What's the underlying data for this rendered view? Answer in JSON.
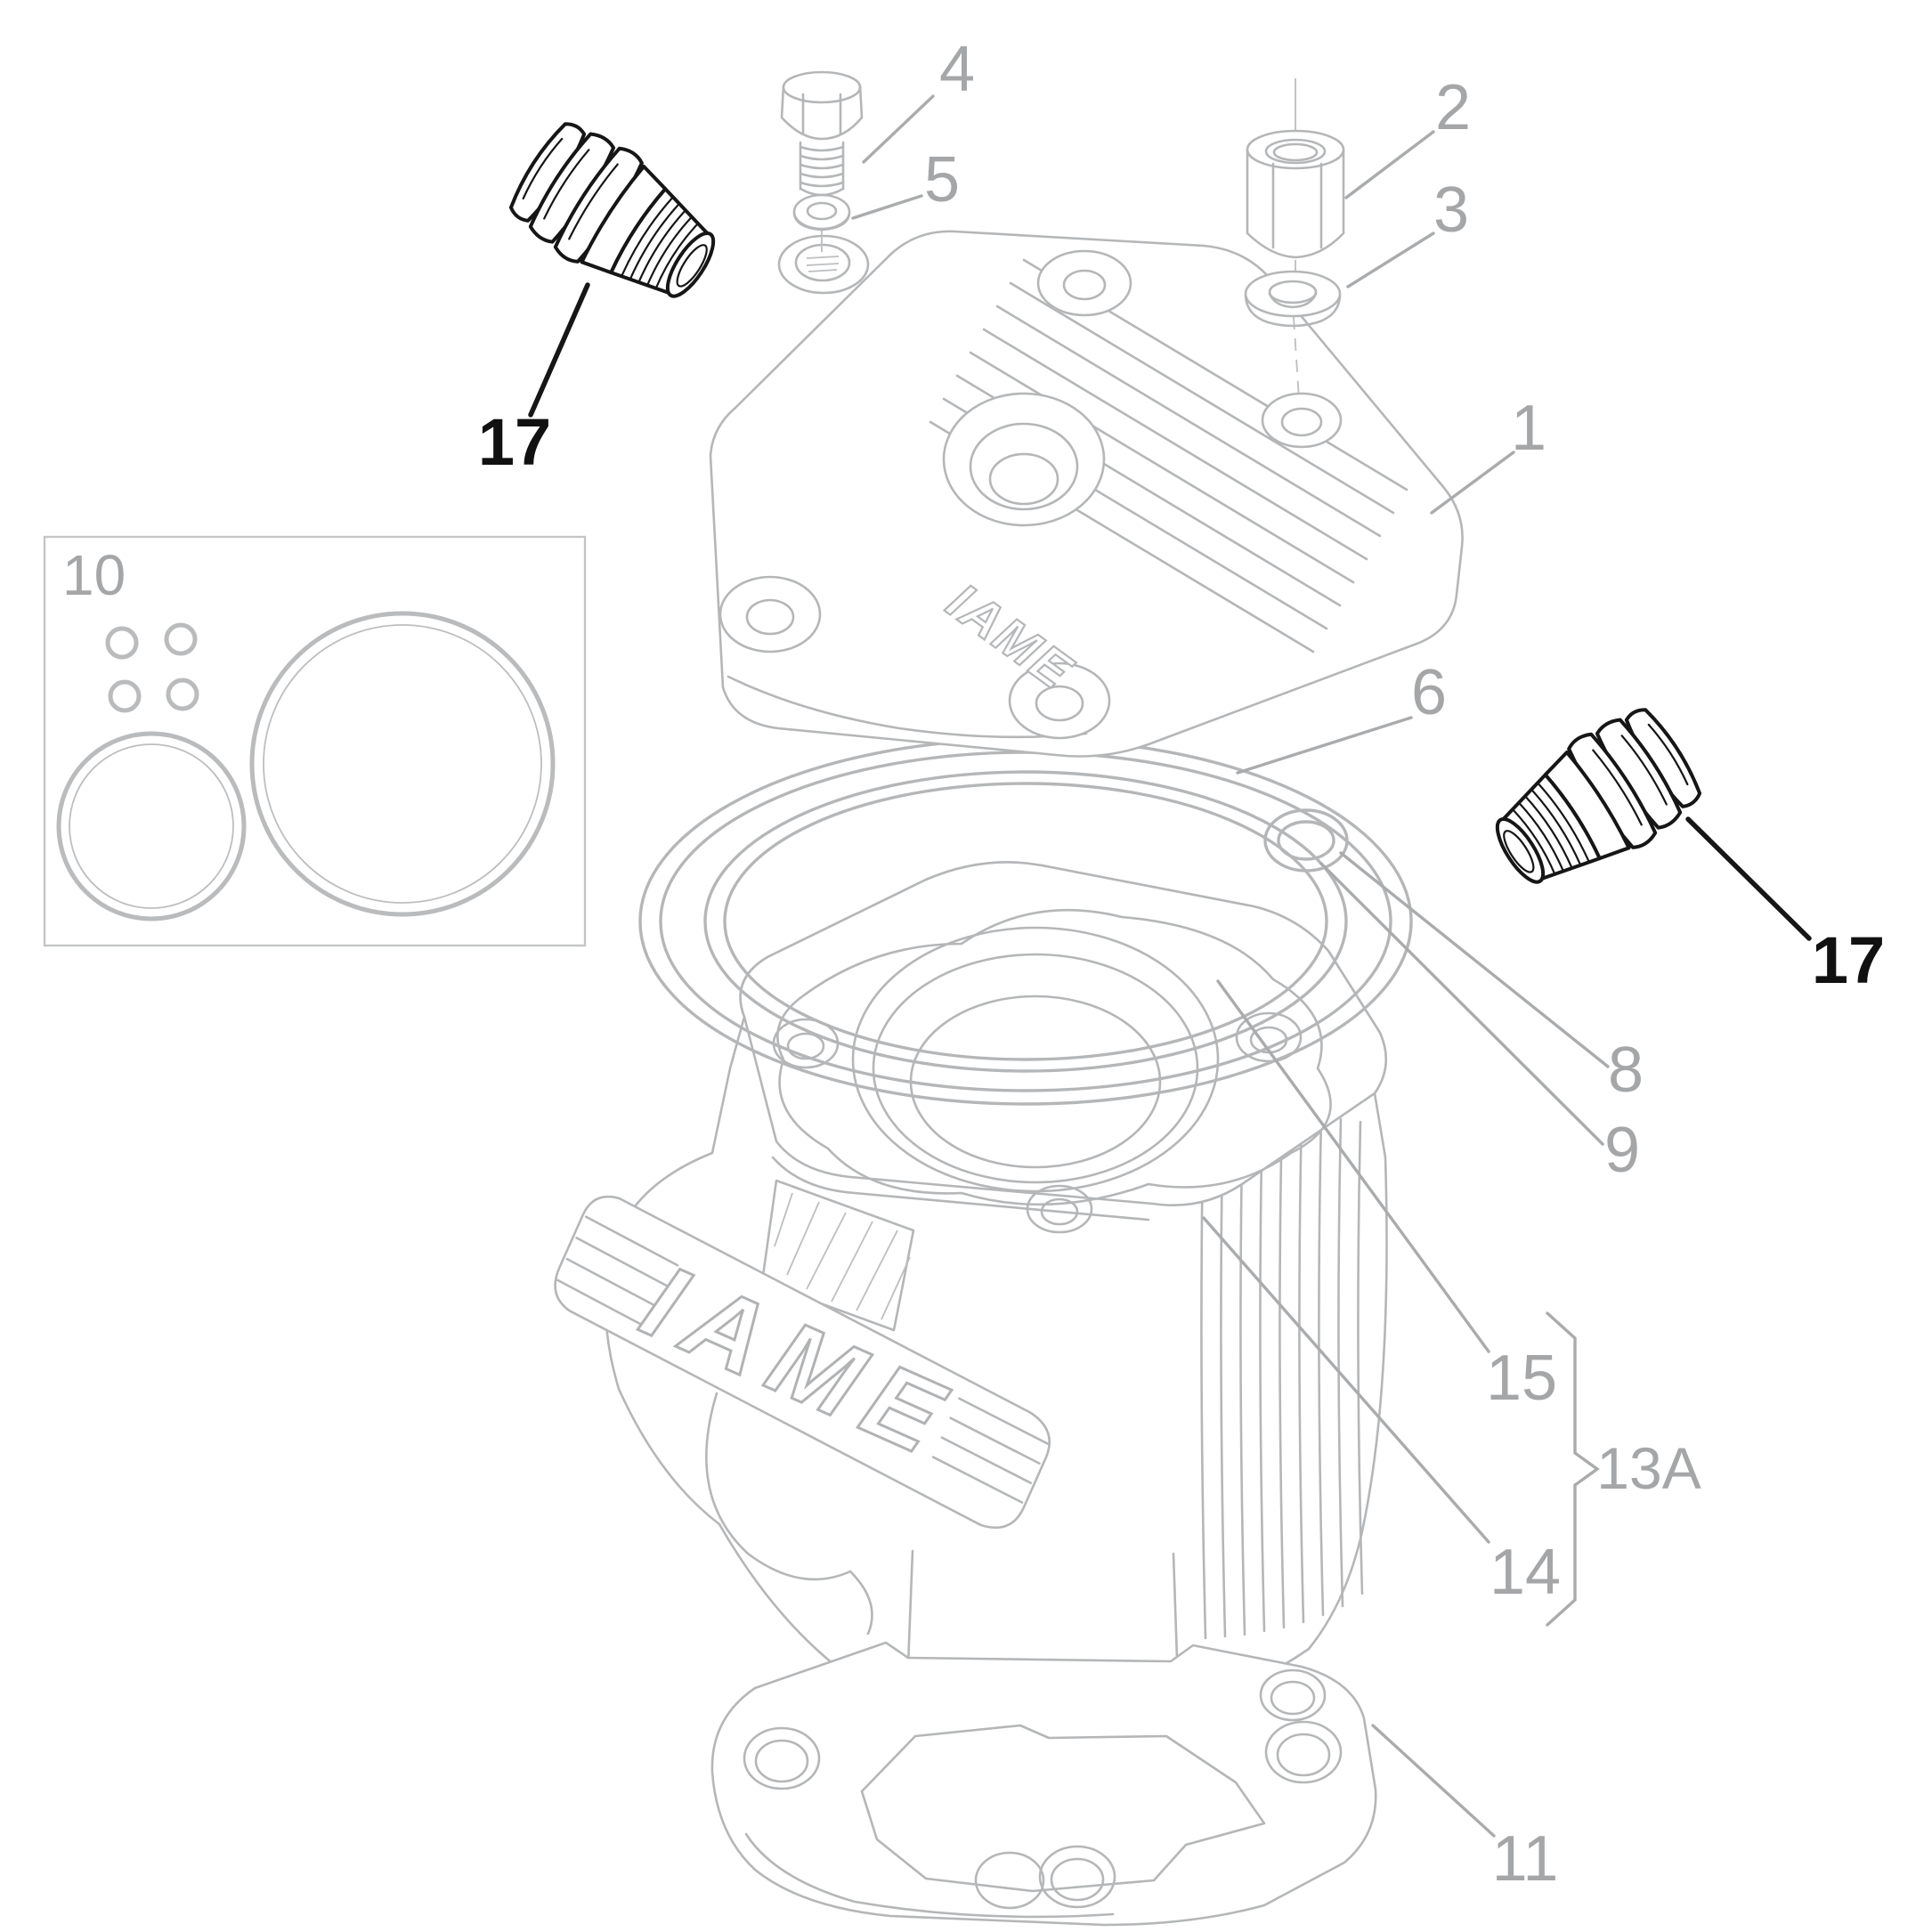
{
  "diagram": {
    "type": "exploded-parts-drawing",
    "subject": "kart engine cylinder head and cylinder assembly",
    "brand": "IAME",
    "colors": {
      "background": "#ffffff",
      "line_gray": "#b4b6b8",
      "label_gray": "#a4a6a8",
      "highlight_black": "#161616"
    },
    "labels": {
      "part1": "1",
      "part2": "2",
      "part3": "3",
      "part4": "4",
      "part5": "5",
      "part6": "6",
      "part8": "8",
      "part9": "9",
      "part10": "10",
      "part11": "11",
      "part13a": "13A",
      "part14": "14",
      "part15": "15",
      "part17_left": "17",
      "part17_right": "17"
    }
  }
}
